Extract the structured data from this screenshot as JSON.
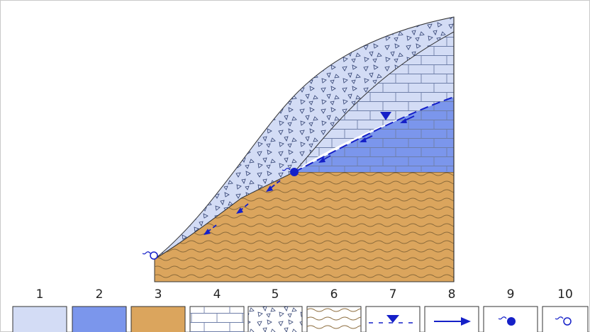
{
  "legend": [
    {
      "number": "1",
      "swatch": "light-blue-fill",
      "color": "#d3dcf5"
    },
    {
      "number": "2",
      "swatch": "blue-fill",
      "color": "#7b96ec"
    },
    {
      "number": "3",
      "swatch": "orange-fill",
      "color": "#dba55d"
    },
    {
      "number": "4",
      "swatch": "brick-pattern"
    },
    {
      "number": "5",
      "swatch": "rubble-triangles-pattern"
    },
    {
      "number": "6",
      "swatch": "wavy-lines-pattern"
    },
    {
      "number": "7",
      "swatch": "water-table-triangle-icon"
    },
    {
      "number": "8",
      "swatch": "flow-arrow-icon"
    },
    {
      "number": "9",
      "swatch": "spring-filled-icon"
    },
    {
      "number": "10",
      "swatch": "spring-open-icon"
    }
  ],
  "colors": {
    "light_blue": "#d3dcf5",
    "blue": "#7b96ec",
    "orange": "#dba55d",
    "wave_line": "#8a6a3a",
    "brick_line": "#6e7ea8",
    "water_mark": "#1520c8",
    "outline": "#333333"
  }
}
